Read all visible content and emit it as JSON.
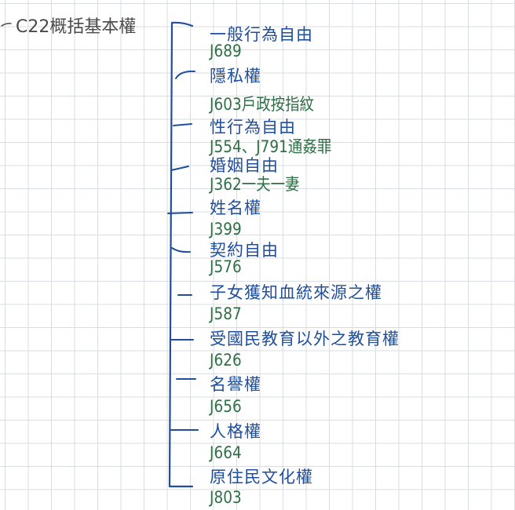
{
  "root": {
    "title": "C22概括基本權"
  },
  "rights": [
    {
      "name": "一般行為自由",
      "case": "J689"
    },
    {
      "name": "隱私權",
      "case": "J603戶政按指紋"
    },
    {
      "name": "性行為自由",
      "case": "J554、J791通姦罪"
    },
    {
      "name": "婚姻自由",
      "case": "J362一夫一妻"
    },
    {
      "name": "姓名權",
      "case": "J399"
    },
    {
      "name": "契約自由",
      "case": "J576"
    },
    {
      "name": "子女獲知血統來源之權",
      "case": "J587"
    },
    {
      "name": "受國民教育以外之教育權",
      "case": "J626"
    },
    {
      "name": "名譽權",
      "case": "J656"
    },
    {
      "name": "人格權",
      "case": "J664"
    },
    {
      "name": "原住民文化權",
      "case": "J803"
    }
  ],
  "colors": {
    "ink_blue": "#1f4e9c",
    "ink_green": "#2e6f45",
    "ink_gray": "#4a4a4a",
    "grid": "#d9dde2"
  }
}
